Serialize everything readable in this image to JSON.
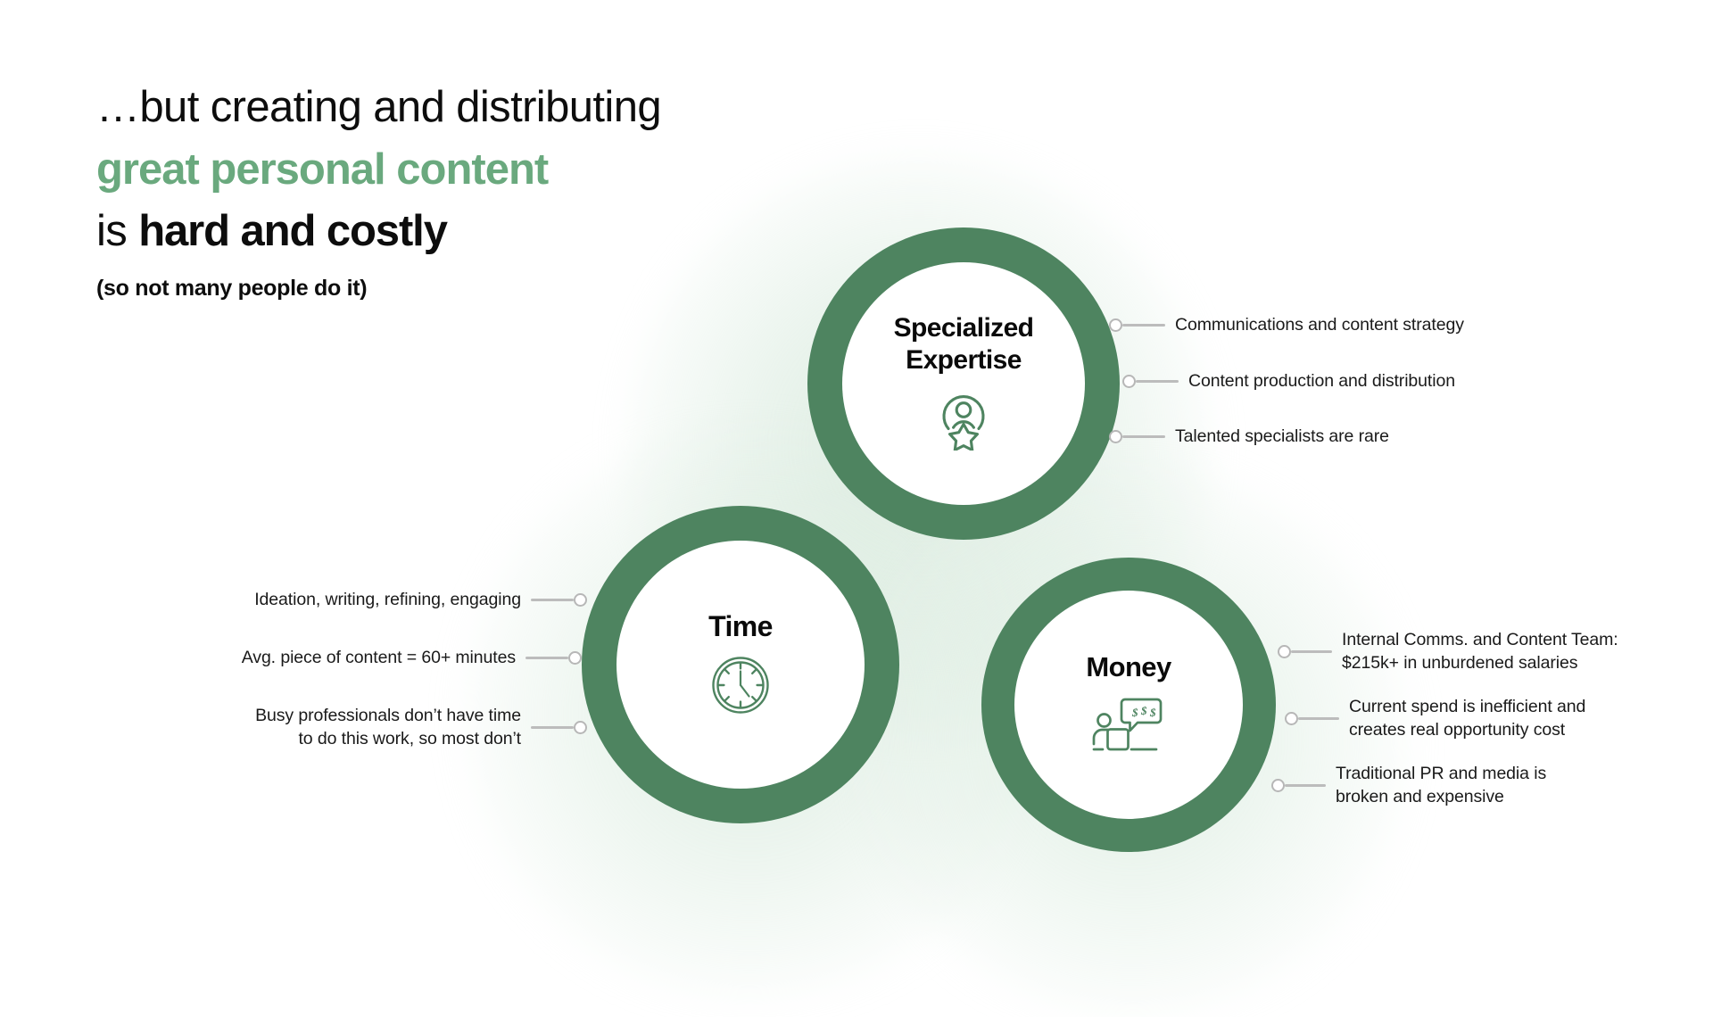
{
  "headline": {
    "line1": "…but creating and distributing",
    "line2": "great personal content",
    "line3_lead": "is ",
    "line3_bold": "hard and costly",
    "subline": "(so not many people do it)"
  },
  "colors": {
    "accent_green_text": "#6aa97e",
    "ring_green": "#4e8460",
    "icon_green": "#4e8460",
    "connector_gray": "#bcbcbc",
    "body_text": "#1a1a1a",
    "heading_text": "#0d0d0d",
    "halo_green": "#c6e0cd"
  },
  "nodes": [
    {
      "id": "expertise",
      "title": "Specialized\nExpertise",
      "icon": "person-star-icon",
      "side": "right",
      "labels": [
        "Communications and content strategy",
        "Content production and distribution",
        "Talented specialists are rare"
      ]
    },
    {
      "id": "time",
      "title": "Time",
      "icon": "clock-icon",
      "side": "left",
      "labels": [
        "Ideation, writing, refining, engaging",
        "Avg. piece of content = 60+ minutes",
        "Busy professionals don’t have time\nto do this work, so most don’t"
      ]
    },
    {
      "id": "money",
      "title": "Money",
      "icon": "money-chat-person-icon",
      "side": "right",
      "labels": [
        "Internal Comms. and Content Team:\n$215k+ in unburdened salaries",
        "Current spend is inefficient and\ncreates real opportunity cost",
        "Traditional PR and media is\nbroken and expensive"
      ]
    }
  ]
}
